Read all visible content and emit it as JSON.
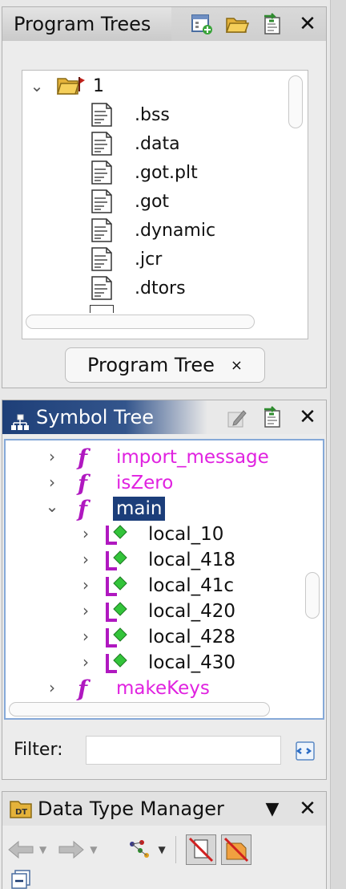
{
  "program_trees": {
    "title": "Program Trees",
    "root_label": "1",
    "items": [
      ".bss",
      ".data",
      ".got.plt",
      ".got",
      ".dynamic",
      ".jcr",
      ".dtors"
    ],
    "tab_label": "Program Tree",
    "tab_close": "×",
    "close_glyph": "✕"
  },
  "symbol_tree": {
    "title": "Symbol Tree",
    "close_glyph": "✕",
    "functions": [
      {
        "name": "import_message",
        "expanded": false
      },
      {
        "name": "isZero",
        "expanded": false
      },
      {
        "name": "main",
        "expanded": true,
        "selected": true
      },
      {
        "name": "makeKeys",
        "expanded": false
      }
    ],
    "locals": [
      "local_10",
      "local_418",
      "local_41c",
      "local_420",
      "local_428",
      "local_430"
    ],
    "filter_label": "Filter:",
    "filter_value": ""
  },
  "data_type_manager": {
    "title": "Data Type Manager",
    "close_glyph": "✕",
    "menu_glyph": "▼"
  },
  "colors": {
    "function_purple": "#e022e0",
    "selection_navy": "#1c3e7a",
    "header_gradient": "#1e3f78"
  }
}
